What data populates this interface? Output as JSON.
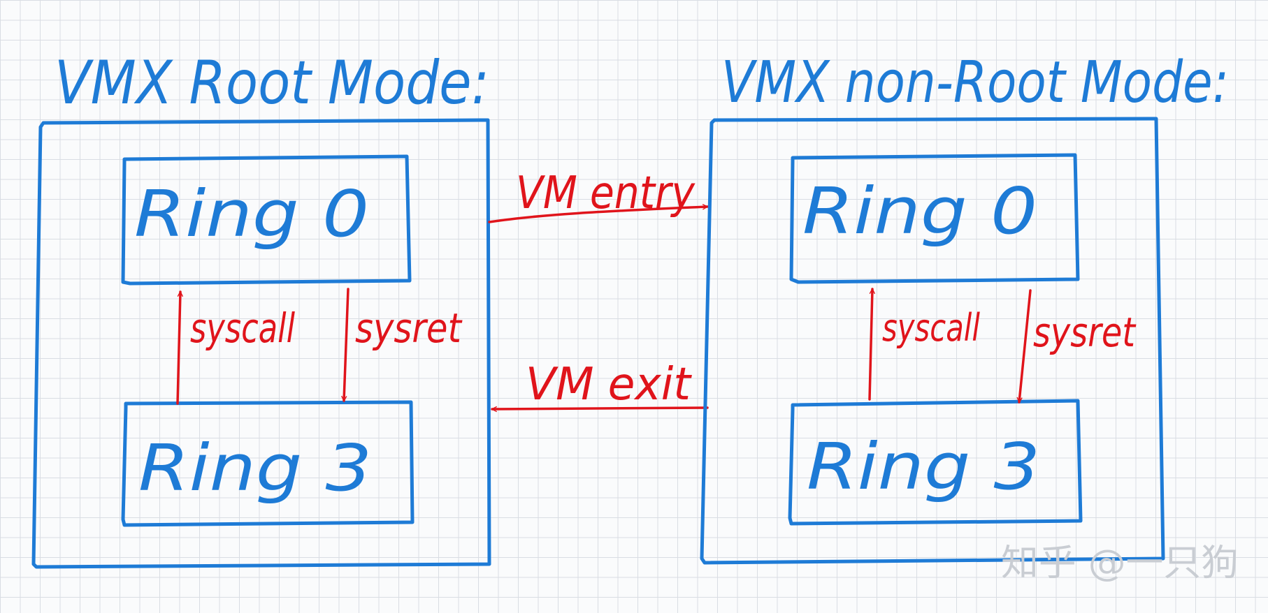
{
  "left_panel": {
    "title": "VMX Root Mode:",
    "ring_top": "Ring 0",
    "ring_bottom": "Ring 3",
    "up_label": "syscall",
    "down_label": "sysret"
  },
  "right_panel": {
    "title": "VMX non-Root Mode:",
    "ring_top": "Ring 0",
    "ring_bottom": "Ring 3",
    "up_label": "syscall",
    "down_label": "sysret"
  },
  "transitions": {
    "entry_label": "VM entry",
    "exit_label": "VM exit"
  },
  "watermark": "知乎 @一只狗",
  "colors": {
    "blue_ink": "#1e7bd6",
    "red_ink": "#e0141b",
    "grid": "#d9dde3"
  }
}
